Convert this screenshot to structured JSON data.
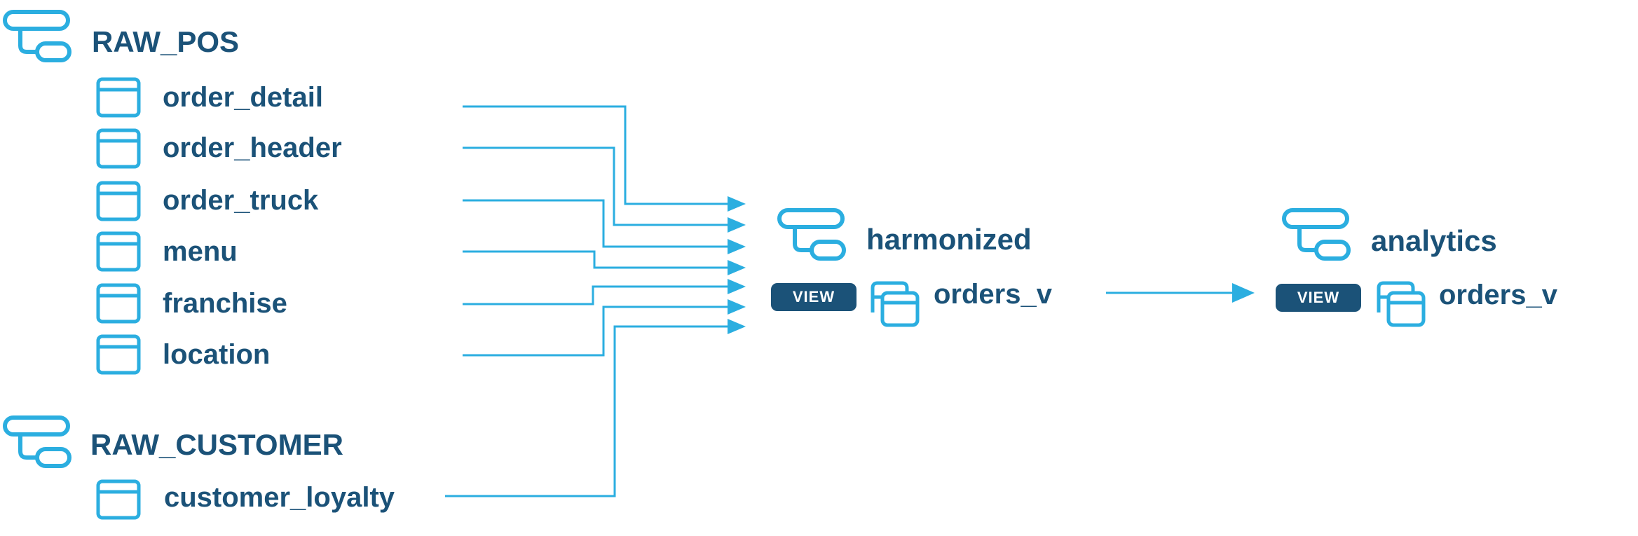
{
  "colors": {
    "line": "#2baee0",
    "text": "#1b5278",
    "badge_bg": "#1b5278",
    "badge_text": "#ffffff"
  },
  "sources": [
    {
      "schema": "RAW_POS",
      "icon": "schema-icon",
      "tables": [
        "order_detail",
        "order_header",
        "order_truck",
        "menu",
        "franchise",
        "location"
      ]
    },
    {
      "schema": "RAW_CUSTOMER",
      "icon": "schema-icon",
      "tables": [
        "customer_loyalty"
      ]
    }
  ],
  "harmonized": {
    "schema": "harmonized",
    "badge": "VIEW",
    "view": "orders_v",
    "icon": "view-icon"
  },
  "analytics": {
    "schema": "analytics",
    "badge": "VIEW",
    "view": "orders_v",
    "icon": "view-icon"
  }
}
